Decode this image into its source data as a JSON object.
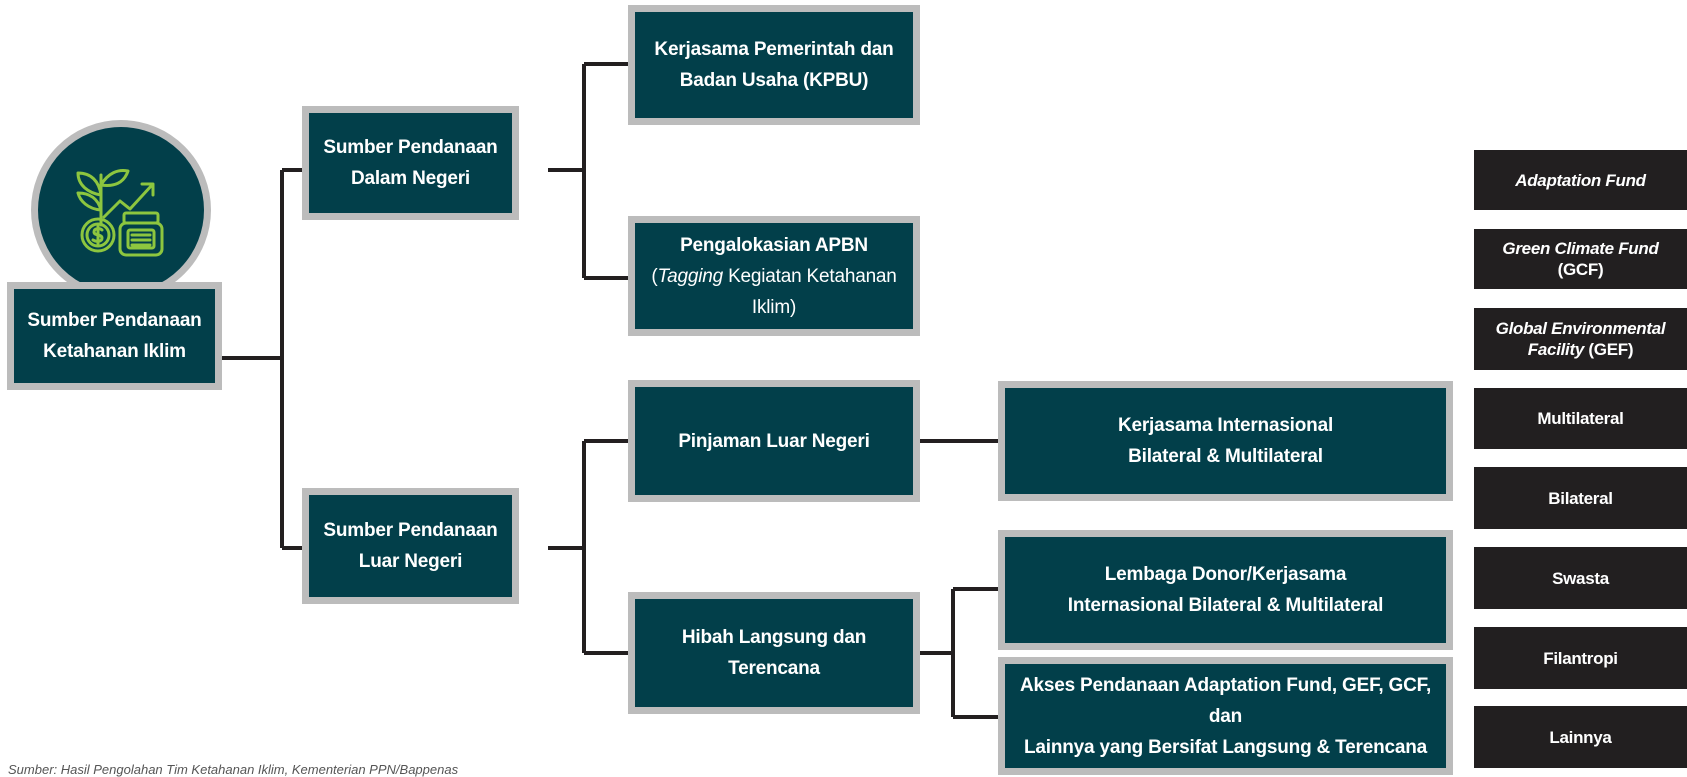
{
  "root": {
    "line1": "Sumber Pendanaan",
    "line2": "Ketahanan Iklim"
  },
  "domestic": {
    "line1": "Sumber Pendanaan",
    "line2": "Dalam Negeri"
  },
  "foreign": {
    "line1": "Sumber Pendanaan",
    "line2": "Luar Negeri"
  },
  "kpbu": {
    "line1": "Kerjasama Pemerintah dan",
    "line2": "Badan Usaha (KPBU)"
  },
  "apbn": {
    "line1": "Pengalokasian APBN",
    "line2_pre": "(",
    "line2_italic": "Tagging",
    "line2_post": " Kegiatan Ketahanan Iklim)"
  },
  "loan": {
    "line1": "Pinjaman Luar Negeri"
  },
  "grant": {
    "line1": "Hibah Langsung dan",
    "line2": "Terencana"
  },
  "intl_coop": {
    "line1": "Kerjasama Internasional",
    "line2": "Bilateral & Multilateral"
  },
  "donor": {
    "line1": "Lembaga Donor/Kerjasama",
    "line2": "Internasional Bilateral & Multilateral"
  },
  "access": {
    "line1": "Akses Pendanaan Adaptation Fund, GEF, GCF, dan",
    "line2": "Lainnya yang Bersifat Langsung & Terencana"
  },
  "sources": {
    "adaptation_fund": "Adaptation Fund",
    "gcf_italic": "Green Climate Fund",
    "gcf_suffix": " (GCF)",
    "gef_line1": "Global Environmental",
    "gef_line2_italic": "Facility",
    "gef_line2_suffix": " (GEF)",
    "multilateral": "Multilateral",
    "bilateral": "Bilateral",
    "swasta": "Swasta",
    "filantropi": "Filantropi",
    "lainnya": "Lainnya"
  },
  "footnote": "Sumber: Hasil Pengolahan Tim Ketahanan Iklim, Kementerian PPN/Bappenas",
  "colors": {
    "box": "#023f4a",
    "border": "#bcbcbc",
    "dark": "#221f20",
    "icon_green": "#8dc63f",
    "connector": "#231f20"
  },
  "icons": {
    "root_icon": "plant-growth-money-jar-icon"
  }
}
